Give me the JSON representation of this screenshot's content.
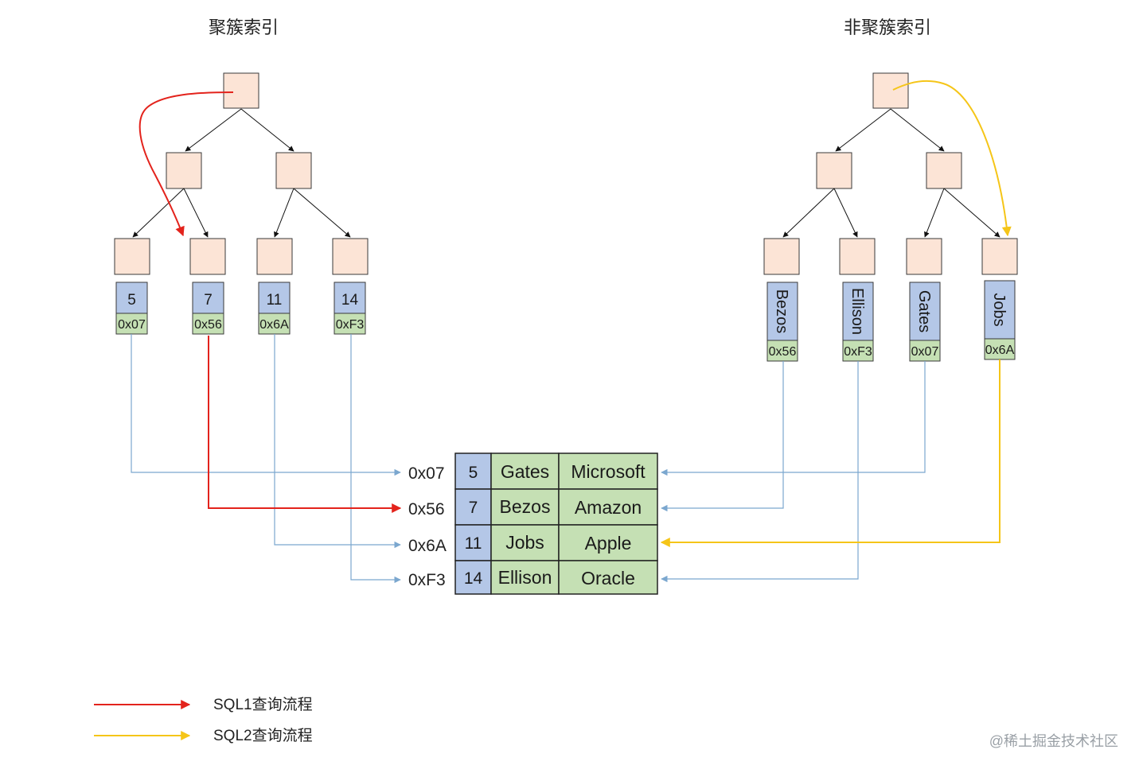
{
  "titles": {
    "clustered": "聚簇索引",
    "nonclustered": "非聚簇索引"
  },
  "clustered_leaves": [
    {
      "key": "5",
      "pointer": "0x07"
    },
    {
      "key": "7",
      "pointer": "0x56"
    },
    {
      "key": "11",
      "pointer": "0x6A"
    },
    {
      "key": "14",
      "pointer": "0xF3"
    }
  ],
  "nonclustered_leaves": [
    {
      "key": "Bezos",
      "pointer": "0x56"
    },
    {
      "key": "Ellison",
      "pointer": "0xF3"
    },
    {
      "key": "Gates",
      "pointer": "0x07"
    },
    {
      "key": "Jobs",
      "pointer": "0x6A"
    }
  ],
  "addresses": [
    "0x07",
    "0x56",
    "0x6A",
    "0xF3"
  ],
  "table_rows": [
    {
      "id": "5",
      "name": "Gates",
      "company": "Microsoft"
    },
    {
      "id": "7",
      "name": "Bezos",
      "company": "Amazon"
    },
    {
      "id": "11",
      "name": "Jobs",
      "company": "Apple"
    },
    {
      "id": "14",
      "name": "Ellison",
      "company": "Oracle"
    }
  ],
  "legend": [
    {
      "label": "SQL1查询流程",
      "color": "#e3231c"
    },
    {
      "label": "SQL2查询流程",
      "color": "#f5c518"
    }
  ],
  "watermark": "@稀土掘金技术社区",
  "colors": {
    "tree_node": "#fce4d6",
    "key_cell": "#b4c7e7",
    "pointer_cell": "#c5e0b4",
    "row_cell": "#c5e0b4",
    "id_cell": "#b4c7e7",
    "link_line": "#7ba7cf",
    "sql1": "#e3231c",
    "sql2": "#f5c518"
  }
}
